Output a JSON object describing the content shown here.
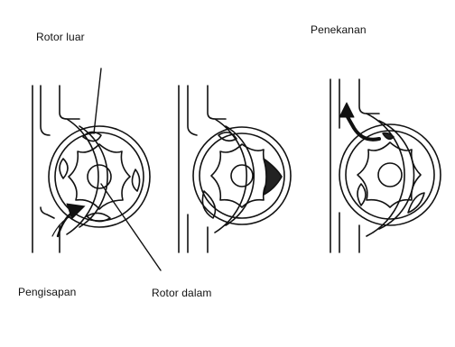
{
  "labels": {
    "rotor_luar": "Rotor luar",
    "penekanan": "Penekanan",
    "pengisapan": "Pengisapan",
    "rotor_dalam": "Rotor dalam"
  }
}
